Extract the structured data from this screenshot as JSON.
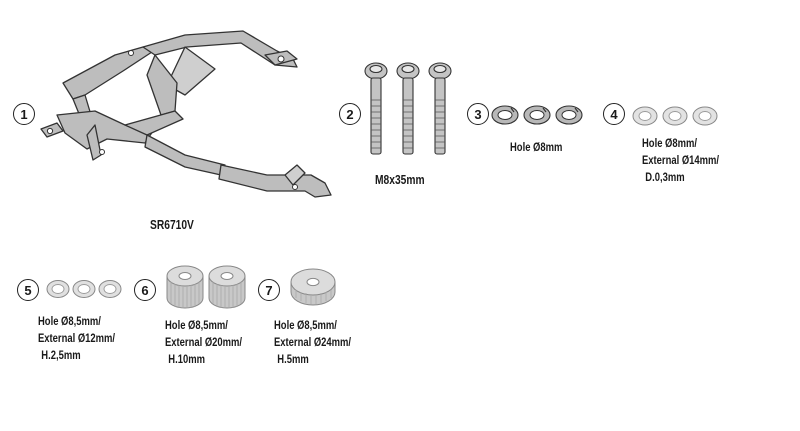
{
  "parts": [
    {
      "number": "1",
      "name": "SR6710V"
    },
    {
      "number": "2",
      "name": "M8x35mm"
    },
    {
      "number": "3",
      "name": "Hole Ø8mm"
    },
    {
      "number": "4",
      "lines": [
        "Hole Ø8mm/",
        "External Ø14mm/",
        "D.0,3mm"
      ]
    },
    {
      "number": "5",
      "lines": [
        "Hole Ø8,5mm/",
        "External Ø12mm/",
        "H.2,5mm"
      ]
    },
    {
      "number": "6",
      "lines": [
        "Hole Ø8,5mm/",
        "External Ø20mm/",
        "H.10mm"
      ]
    },
    {
      "number": "7",
      "lines": [
        "Hole Ø8,5mm/",
        "External Ø24mm/",
        "H.5mm"
      ]
    }
  ],
  "colors": {
    "metal": "#bdbdbd",
    "metal_dark": "#8a8a8a",
    "outline": "#333333"
  }
}
